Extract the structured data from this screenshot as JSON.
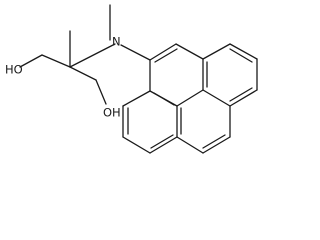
{
  "structure": {
    "atoms": [
      {
        "id": "hydroxyl_upper",
        "label": "HO"
      },
      {
        "id": "hydroxyl_lower",
        "label": "OH"
      },
      {
        "id": "amine_nitrogen",
        "label": "N"
      }
    ]
  }
}
